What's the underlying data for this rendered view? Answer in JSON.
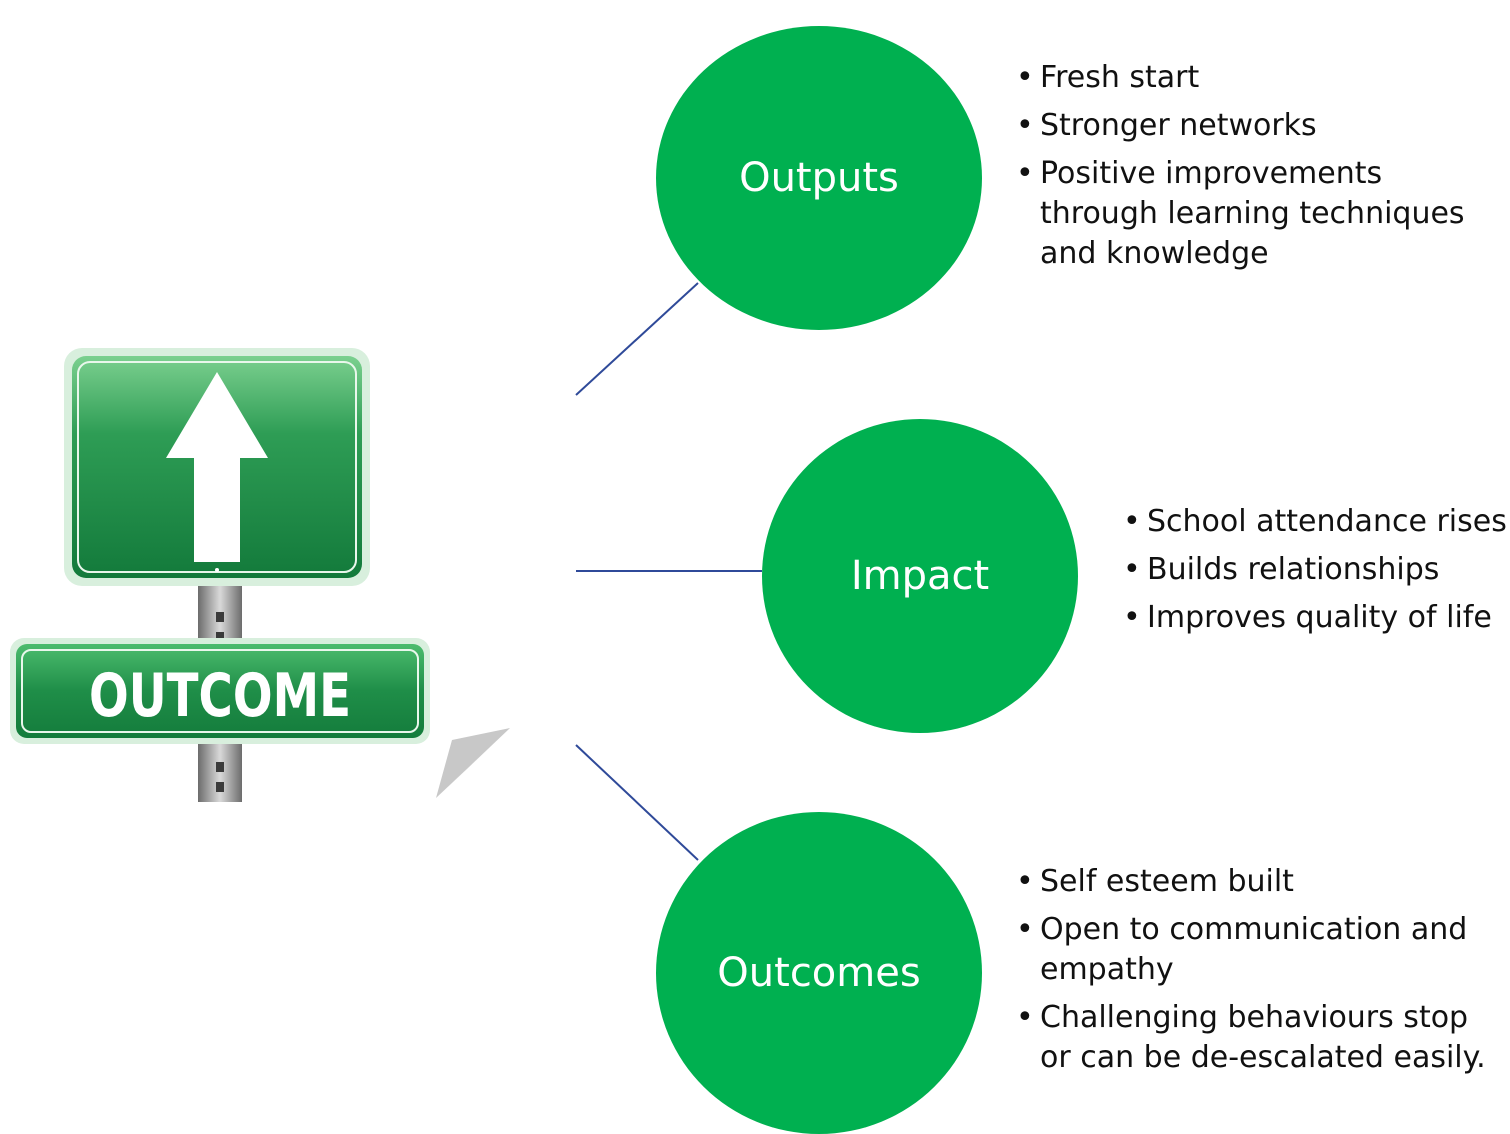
{
  "sign": {
    "text": "OUTCOME"
  },
  "colors": {
    "circle_fill": "#00b050",
    "connector": "#2f4a99",
    "sign_green": "#1d8a45"
  },
  "nodes": [
    {
      "label": "Outputs",
      "bullets": [
        "Fresh start",
        "Stronger networks",
        "Positive improvements through learning techniques and knowledge"
      ]
    },
    {
      "label": "Impact",
      "bullets": [
        "School attendance rises",
        "Builds relationships",
        "Improves quality of life"
      ]
    },
    {
      "label": "Outcomes",
      "bullets": [
        "Self esteem built",
        "Open to communication and empathy",
        "Challenging behaviours stop or can be de-escalated easily."
      ]
    }
  ]
}
